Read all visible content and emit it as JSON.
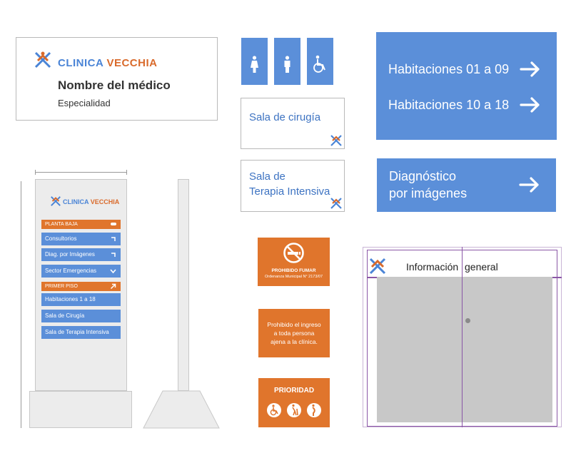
{
  "plate": {
    "logo_word1": "CLINICA",
    "logo_word2": "VECCHIA",
    "doctor_name": "Nombre del médico",
    "specialty": "Especialidad"
  },
  "rooms": {
    "surgery": "Sala de cirugía",
    "icu_line1": "Sala de",
    "icu_line2": "Terapia Intensiva"
  },
  "directions": {
    "rooms_a": "Habitaciones 01 a 09",
    "rooms_b": "Habitaciones 10 a 18",
    "diag_line1": "Diagnóstico",
    "diag_line2": "por imágenes"
  },
  "totem": {
    "logo_word1": "CLINICA",
    "logo_word2": "VECCHIA",
    "items": [
      {
        "label": "PLANTA BAJA",
        "kind": "orange"
      },
      {
        "label": "Consultorios",
        "kind": "blue"
      },
      {
        "label": "Diag. por Imágenes",
        "kind": "blue"
      },
      {
        "label": "Sector Emergencias",
        "kind": "blue"
      },
      {
        "label": "PRIMER PISO",
        "kind": "orange"
      },
      {
        "label": "Habitaciones 1 a 18",
        "kind": "blue"
      },
      {
        "label": "Sala de Cirugía",
        "kind": "blue"
      },
      {
        "label": "Sala de Terapia Intensiva",
        "kind": "blue"
      }
    ]
  },
  "signs": {
    "no_smoking_title": "PROHIBIDO FUMAR",
    "no_smoking_sub": "Ordenanza Municipal N° 2173/07",
    "no_entry_line1": "Prohibido el ingreso",
    "no_entry_line2": "a toda persona",
    "no_entry_line3": "ajena a la clínica.",
    "priority": "PRIORIDAD"
  },
  "cabinet": {
    "label_left": "Información",
    "label_right": "general"
  },
  "colors": {
    "blue": "#5b8fd9",
    "orange": "#e0752c",
    "purple": "#8a56a6"
  }
}
